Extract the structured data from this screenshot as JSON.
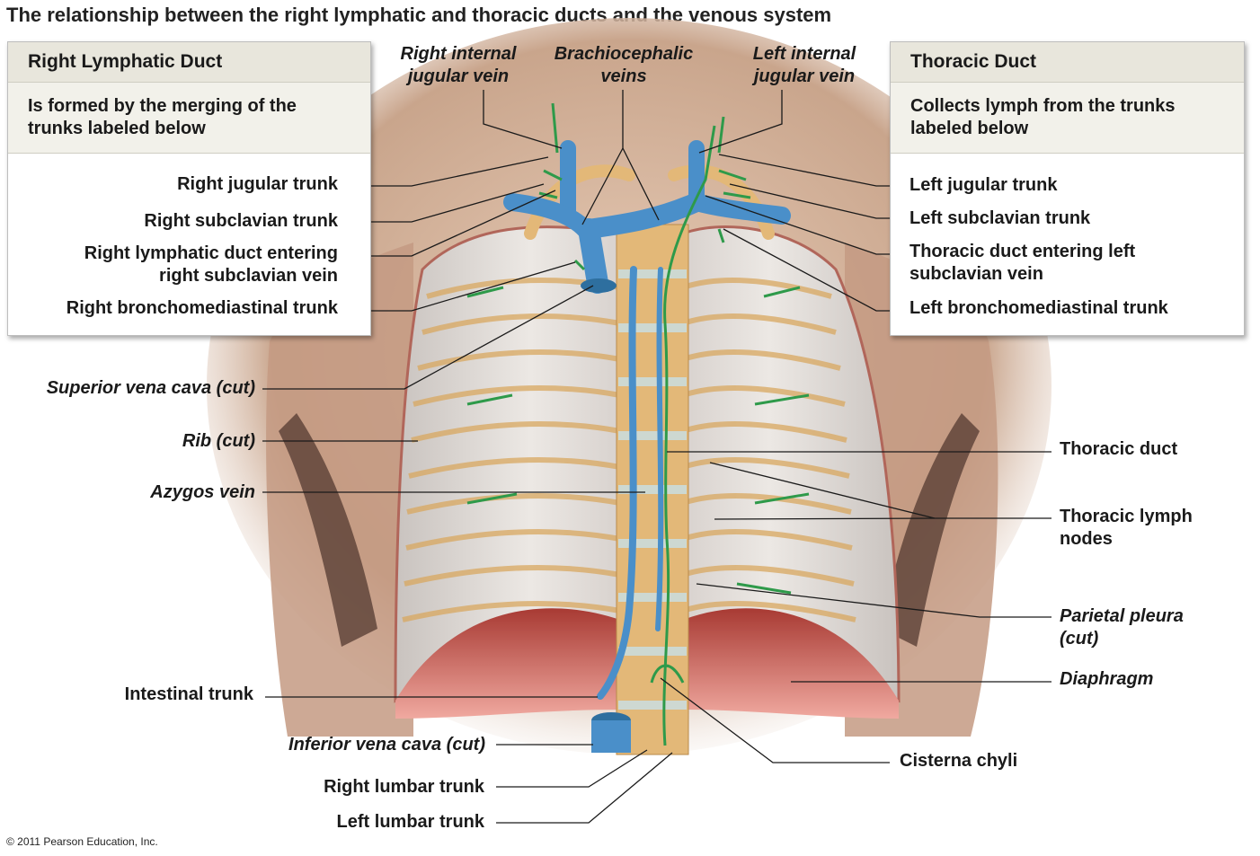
{
  "title": "The relationship between the right lymphatic and thoracic ducts and the venous system",
  "copyright": "© 2011 Pearson Education, Inc.",
  "right_box": {
    "heading": "Right Lymphatic Duct",
    "description": "Is formed by the merging of the trunks labeled below",
    "items": [
      "Right jugular trunk",
      "Right subclavian trunk",
      "Right lymphatic duct entering right subclavian vein",
      "Right bronchomediastinal trunk"
    ]
  },
  "left_box": {
    "heading": "Thoracic Duct",
    "description": "Collects lymph from the trunks labeled below",
    "items": [
      "Left jugular trunk",
      "Left subclavian trunk",
      "Thoracic duct entering left subclavian vein",
      "Left bronchomediastinal trunk"
    ]
  },
  "top_labels": {
    "right_internal_jugular": "Right internal jugular vein",
    "brachiocephalic": "Brachiocephalic veins",
    "left_internal_jugular": "Left internal jugular vein"
  },
  "left_labels": {
    "superior_vena_cava": "Superior vena cava (cut)",
    "rib": "Rib (cut)",
    "azygos": "Azygos vein",
    "intestinal_trunk": "Intestinal trunk",
    "inferior_vena_cava": "Inferior vena cava (cut)",
    "right_lumbar": "Right lumbar trunk",
    "left_lumbar": "Left lumbar trunk"
  },
  "right_labels": {
    "thoracic_duct": "Thoracic duct",
    "thoracic_lymph_nodes": "Thoracic lymph nodes",
    "parietal_pleura": "Parietal pleura (cut)",
    "diaphragm": "Diaphragm",
    "cisterna_chyli": "Cisterna chyli"
  },
  "colors": {
    "vein": "#4a8fc9",
    "lymph": "#2e9a4a",
    "skin": "#c9a58c",
    "diaphragm": "#c9524a",
    "rib": "#e9c88f",
    "pleura": "#e4e0dc"
  }
}
